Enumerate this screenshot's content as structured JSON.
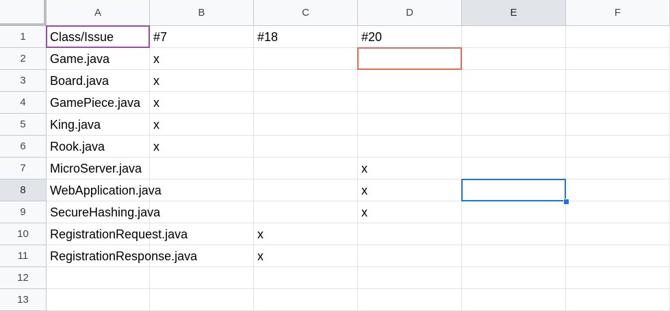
{
  "columns": [
    "A",
    "B",
    "C",
    "D",
    "E",
    "F"
  ],
  "active_column": "E",
  "active_row": 8,
  "rows": [
    {
      "num": "1",
      "cells": [
        "Class/Issue",
        "#7",
        "#18",
        "#20",
        "",
        ""
      ]
    },
    {
      "num": "2",
      "cells": [
        "Game.java",
        "x",
        "",
        "",
        "",
        ""
      ]
    },
    {
      "num": "3",
      "cells": [
        "Board.java",
        "x",
        "",
        "",
        "",
        ""
      ]
    },
    {
      "num": "4",
      "cells": [
        "GamePiece.java",
        "x",
        "",
        "",
        "",
        ""
      ]
    },
    {
      "num": "5",
      "cells": [
        "King.java",
        "x",
        "",
        "",
        "",
        ""
      ]
    },
    {
      "num": "6",
      "cells": [
        "Rook.java",
        "x",
        "",
        "",
        "",
        ""
      ]
    },
    {
      "num": "7",
      "cells": [
        "MicroServer.java",
        "",
        "",
        "x",
        "",
        ""
      ]
    },
    {
      "num": "8",
      "cells": [
        "WebApplication.java",
        "",
        "",
        "x",
        "",
        ""
      ]
    },
    {
      "num": "9",
      "cells": [
        "SecureHashing.java",
        "",
        "",
        "x",
        "",
        ""
      ]
    },
    {
      "num": "10",
      "cells": [
        "RegistrationRequest.java",
        "",
        "x",
        "",
        "",
        ""
      ]
    },
    {
      "num": "11",
      "cells": [
        "RegistrationResponse.java",
        "",
        "x",
        "",
        "",
        ""
      ]
    },
    {
      "num": "12",
      "cells": [
        "",
        "",
        "",
        "",
        "",
        ""
      ]
    },
    {
      "num": "13",
      "cells": [
        "",
        "",
        "",
        "",
        "",
        ""
      ]
    }
  ],
  "highlights": {
    "purple": "#9e46b6",
    "orange": "#e86a4a",
    "blue": "#1a73e8"
  }
}
